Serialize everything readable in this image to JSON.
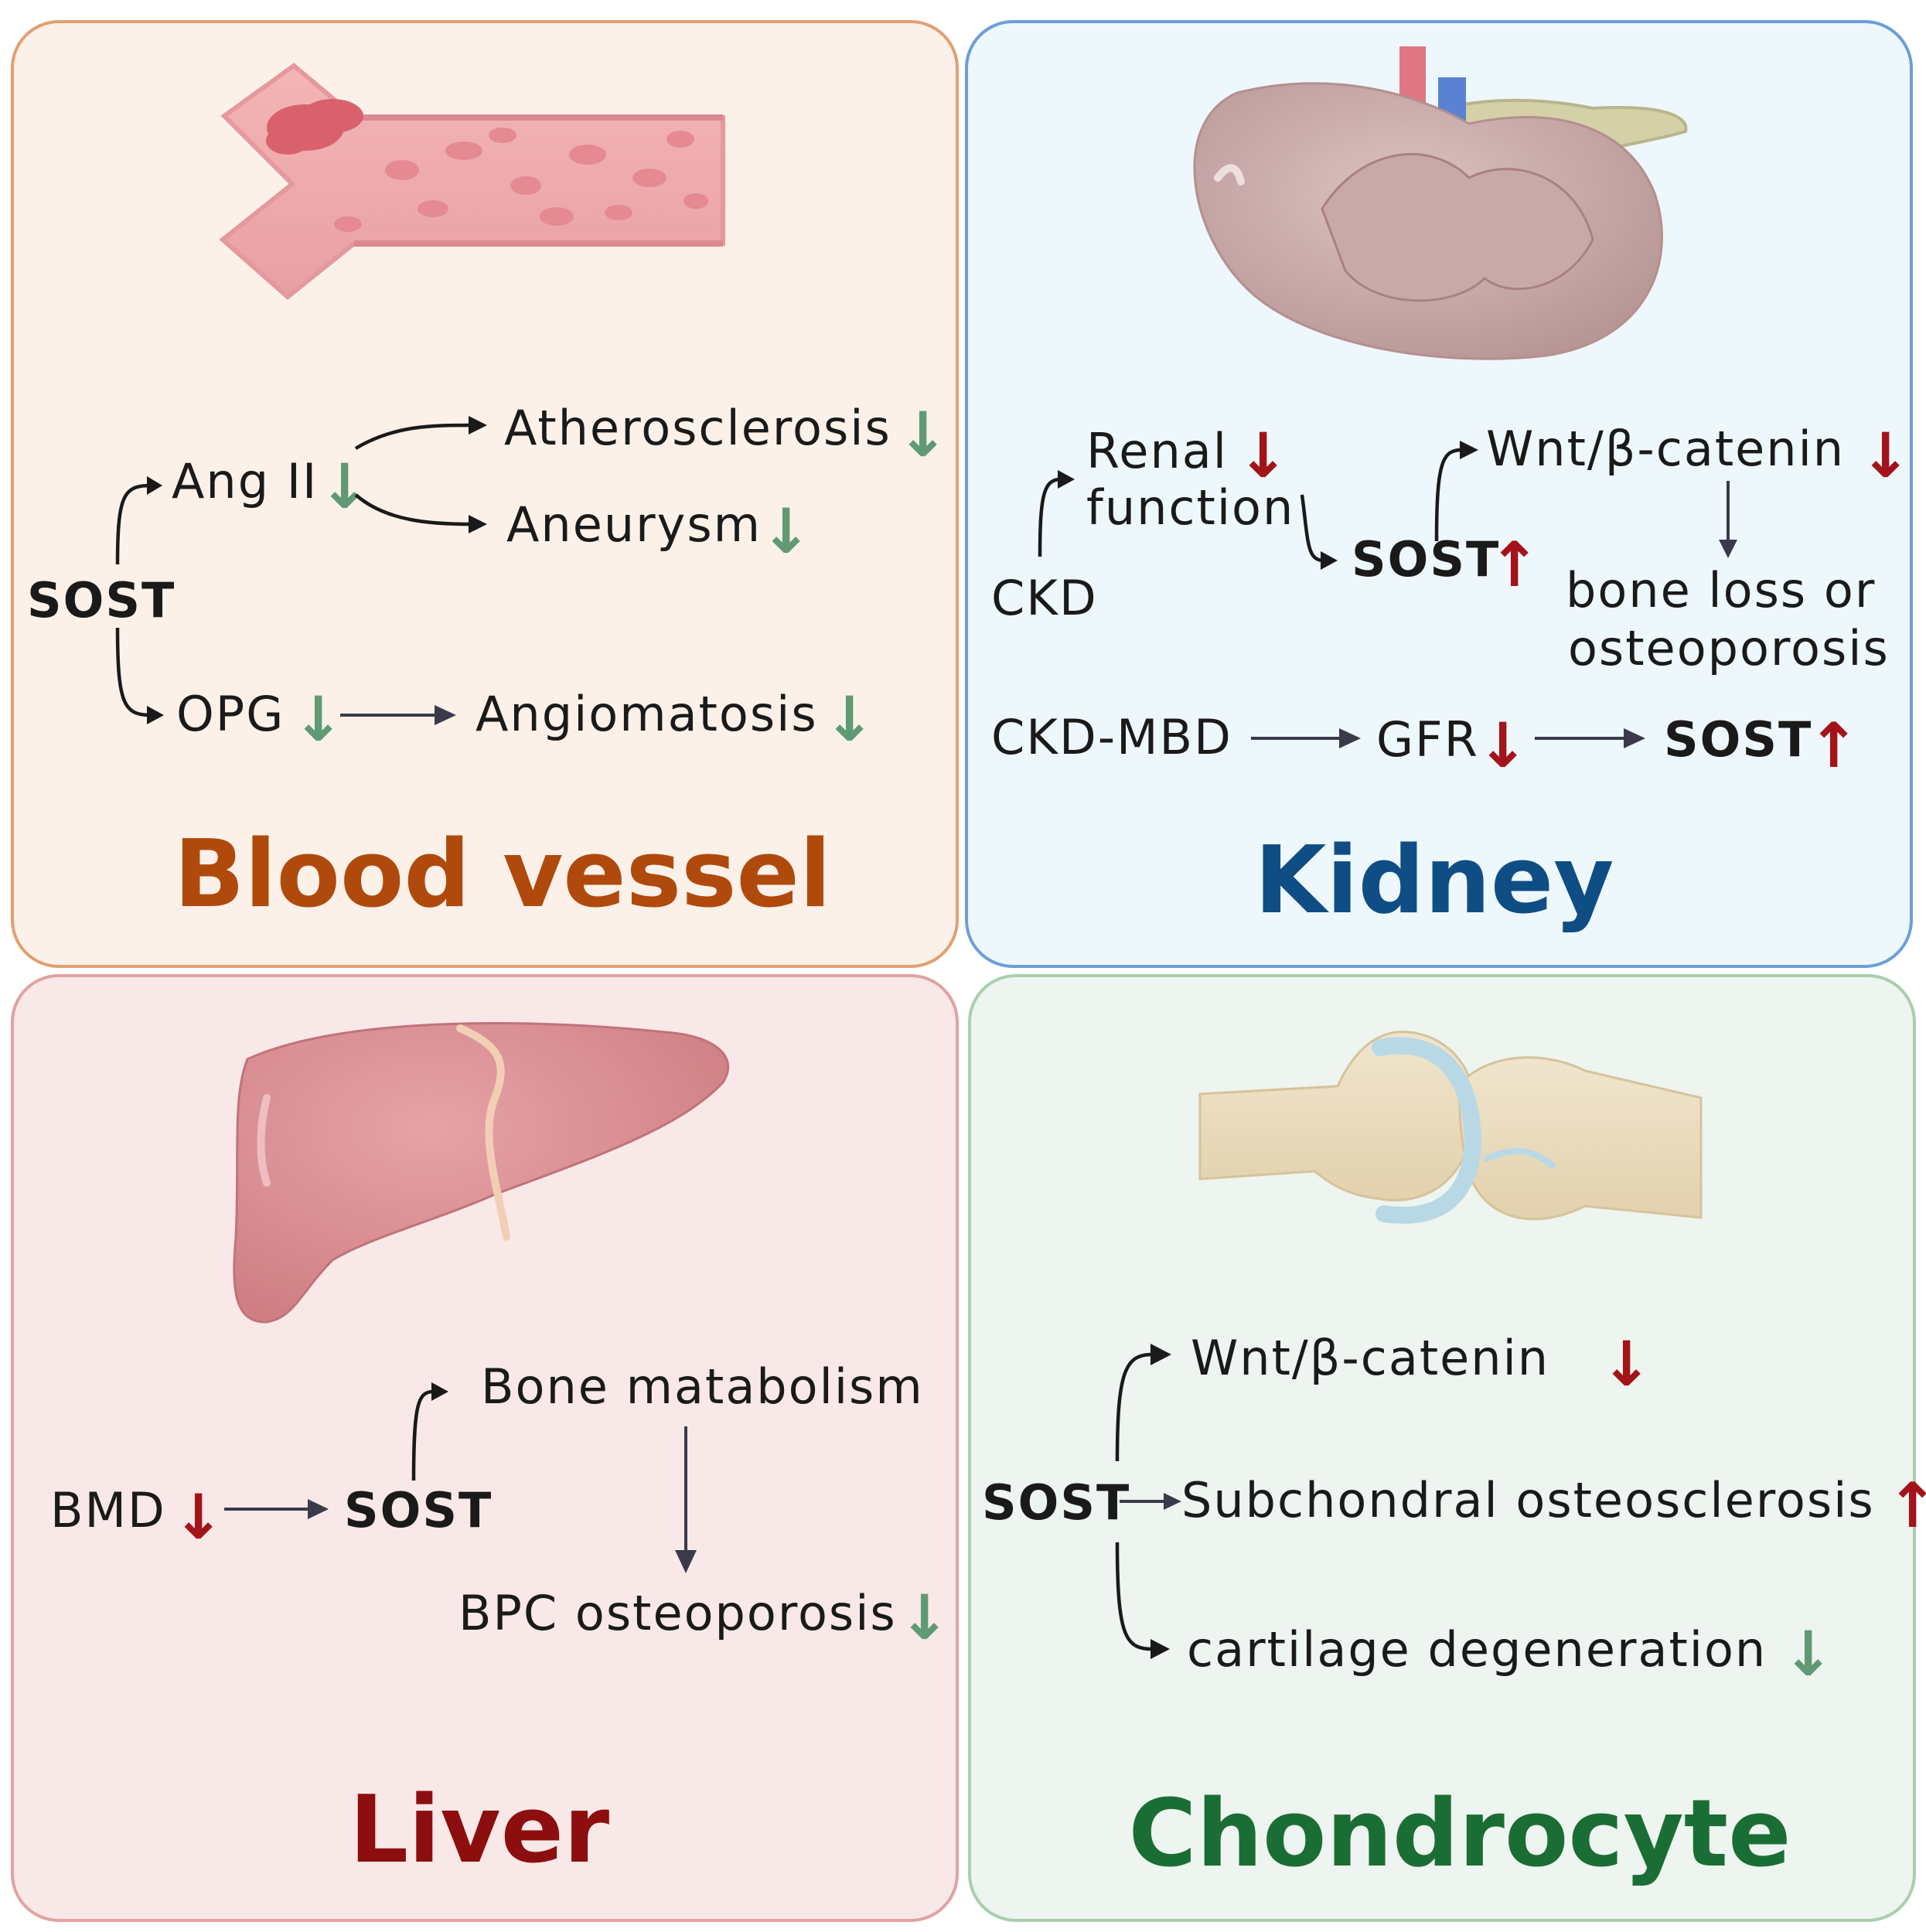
{
  "colors": {
    "blood_vessel_bg": "#fbf1e9",
    "blood_vessel_border": "#e0a072",
    "blood_vessel_title": "#b04a0c",
    "kidney_bg": "#eef7fb",
    "kidney_border": "#6b9fd9",
    "kidney_title": "#0f4d85",
    "liver_bg": "#f9e8e8",
    "liver_border": "#e2a2a2",
    "liver_title": "#8c0e0e",
    "chondro_bg": "#eef4ef",
    "chondro_border": "#a9cfad",
    "chondro_title": "#1a6e35",
    "up_arrow": "#a3141a",
    "down_arrow": "#5f9a74"
  },
  "indicators": {
    "up": "↑",
    "down": "↓"
  },
  "blood_vessel": {
    "title": "Blood vessel",
    "sost": "SOST",
    "ang": "Ang II",
    "athero": "Atherosclerosis",
    "aneurysm": "Aneurysm",
    "opg": "OPG",
    "angiomatosis": "Angiomatosis",
    "icon": "blood-vessel-illustration"
  },
  "kidney": {
    "title": "Kidney",
    "renal_1": "Renal",
    "renal_2": "function",
    "wnt": "Wnt/β-catenin",
    "ckd": "CKD",
    "sost_1": "SOST",
    "bone_1": "bone loss or",
    "bone_2": "osteoporosis",
    "ckdmbd": "CKD-MBD",
    "gfr": "GFR",
    "sost_2": "SOST",
    "icon": "kidney-illustration"
  },
  "liver": {
    "title": "Liver",
    "bone_metab": "Bone matabolism",
    "bmd": "BMD",
    "sost": "SOST",
    "bpc": "BPC osteoporosis",
    "icon": "liver-illustration"
  },
  "chondrocyte": {
    "title": "Chondrocyte",
    "wnt": "Wnt/β-catenin",
    "sost": "SOST",
    "subchondral": "Subchondral osteosclerosis",
    "cartilage": "cartilage degeneration",
    "icon": "knee-joint-illustration"
  }
}
